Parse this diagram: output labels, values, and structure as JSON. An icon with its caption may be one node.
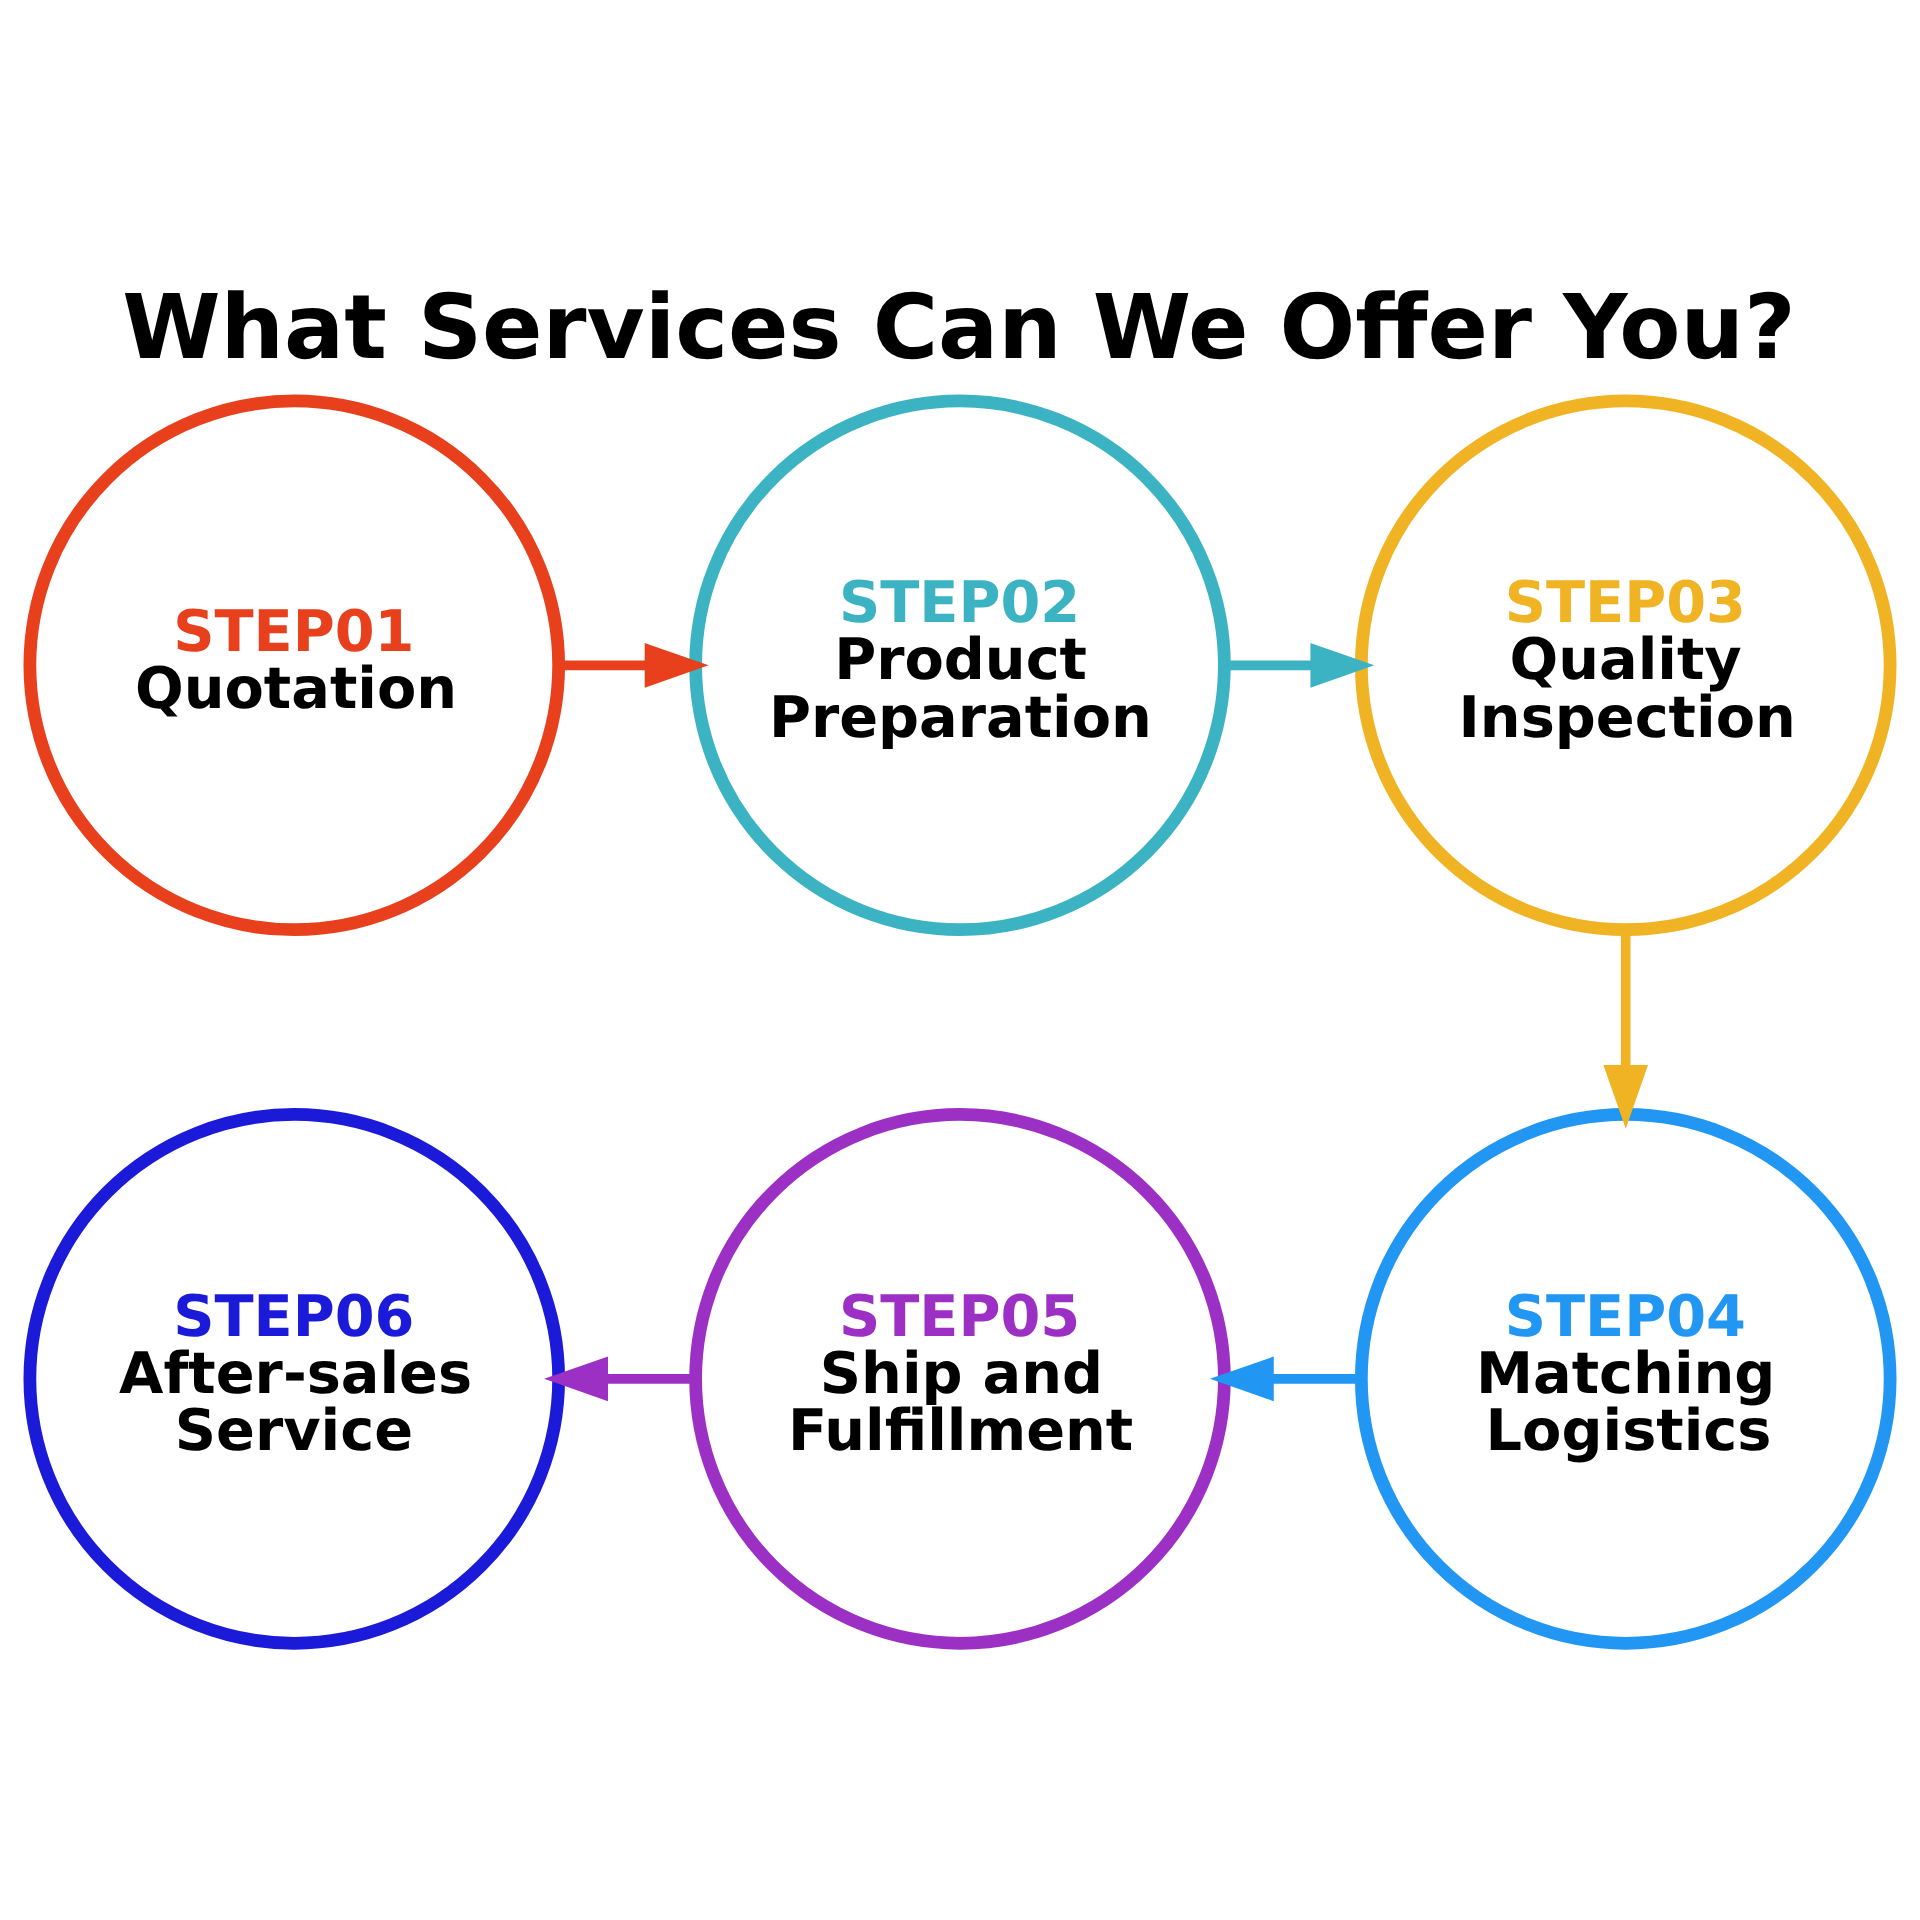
{
  "diagram": {
    "title": "What Services Can We Offer You?",
    "nodes": [
      {
        "text": [
          "STEP01",
          "Quotation"
        ]
      },
      {
        "text": [
          "STEP02",
          "Product Preparation"
        ]
      },
      {
        "text": [
          "STEP03",
          "Quality Inspection"
        ]
      },
      {
        "text": [
          "STEP04",
          "Matching Logistics"
        ]
      },
      {
        "text": [
          "STEP05",
          "Ship and Fulfillment"
        ]
      },
      {
        "text": [
          "STEP06",
          "After-sales Service"
        ]
      }
    ],
    "edges": [
      {
        "from": 0,
        "to": 1,
        "arrow": "to",
        "color": "#e8401c"
      },
      {
        "from": 1,
        "to": 2,
        "arrow": "to",
        "color": "#3bb3c3"
      },
      {
        "from": 2,
        "to": 3,
        "arrow": "to",
        "color": "#f0b323"
      },
      {
        "from": 3,
        "to": 4,
        "arrow": "to",
        "color": "#2196f3"
      },
      {
        "from": 4,
        "to": 5,
        "arrow": "to",
        "color": "#9c2fc4"
      }
    ]
  }
}
